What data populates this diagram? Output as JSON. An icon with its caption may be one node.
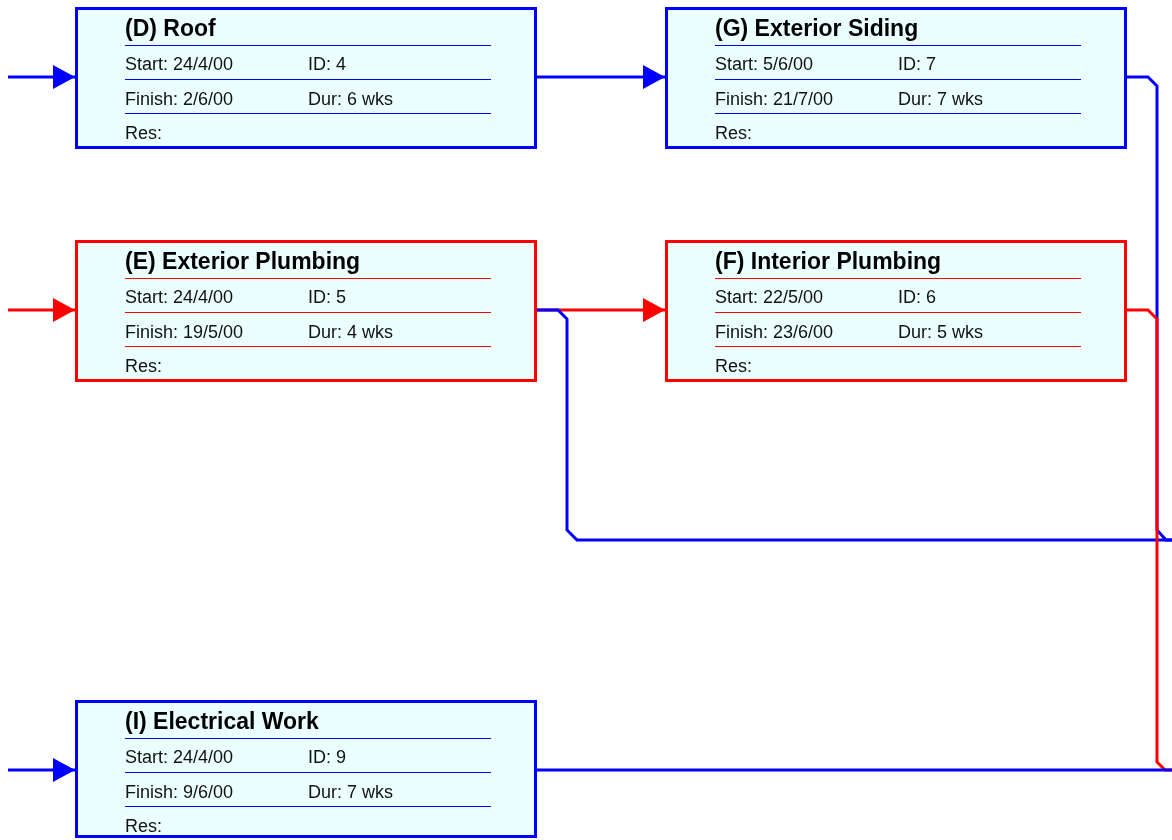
{
  "diagram": {
    "nodes": [
      {
        "text": [
          "(D) Roof",
          "Start: 24/4/00",
          "ID: 4",
          "Finish: 2/6/00",
          "Dur: 6 wks",
          "Res:"
        ]
      },
      {
        "text": [
          "(G) Exterior Siding",
          "Start: 5/6/00",
          "ID: 7",
          "Finish: 21/7/00",
          "Dur: 7 wks",
          "Res:"
        ]
      },
      {
        "text": [
          "(E) Exterior Plumbing",
          "Start: 24/4/00",
          "ID: 5",
          "Finish: 19/5/00",
          "Dur: 4 wks",
          "Res:"
        ]
      },
      {
        "text": [
          "(F) Interior Plumbing",
          "Start: 22/5/00",
          "ID: 6",
          "Finish: 23/6/00",
          "Dur: 5 wks",
          "Res:"
        ]
      },
      {
        "text": [
          "(I) Electrical Work",
          "Start: 24/4/00",
          "ID: 9",
          "Finish: 9/6/00",
          "Dur: 7 wks",
          "Res:"
        ]
      }
    ],
    "edges": [
      {
        "from": null,
        "to": 0,
        "arrow": "to"
      },
      {
        "from": 0,
        "to": 1,
        "arrow": "to"
      },
      {
        "from": null,
        "to": 2,
        "arrow": "to",
        "color": "#ff0000"
      },
      {
        "from": 2,
        "to": 3,
        "arrow": "to",
        "color": "#ff0000"
      },
      {
        "from": 1,
        "to": null,
        "arrow": "none"
      },
      {
        "from": 2,
        "to": null,
        "arrow": "none"
      },
      {
        "from": 3,
        "to": null,
        "arrow": "none",
        "color": "#ff0000"
      },
      {
        "from": null,
        "to": 4,
        "arrow": "to"
      },
      {
        "from": 4,
        "to": null,
        "arrow": "none"
      }
    ]
  }
}
